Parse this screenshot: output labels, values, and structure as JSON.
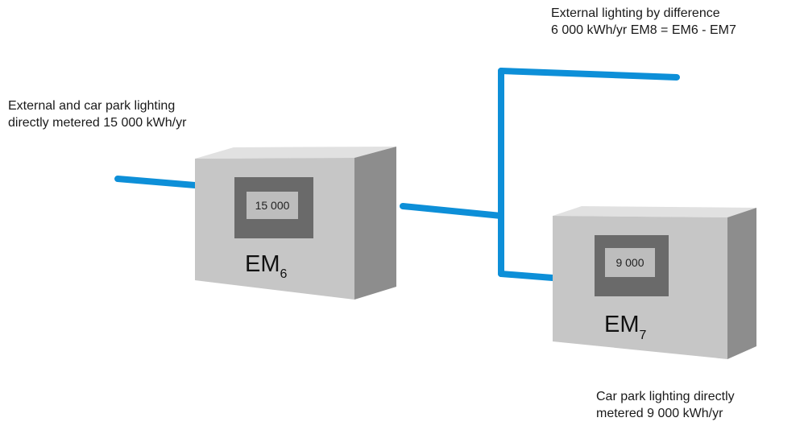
{
  "captions": {
    "left": {
      "line1": "External and car park lighting",
      "line2": "directly metered 15 000 kWh/yr"
    },
    "top": {
      "line1": "External lighting by difference",
      "line2": "6 000 kWh/yr EM8 = EM6 - EM7"
    },
    "bottom": {
      "line1": "Car park lighting directly",
      "line2": "metered 9 000 kWh/yr"
    }
  },
  "meters": {
    "em6": {
      "reading": "15 000",
      "label_main": "EM",
      "label_sub": "6"
    },
    "em7": {
      "reading": "9 000",
      "label_main": "EM",
      "label_sub": "7"
    }
  },
  "colors": {
    "cable": "#0d8fd8",
    "box_front": "#c6c6c6",
    "box_top": "#e1e1e1",
    "box_side": "#8d8d8d",
    "panel": "#6a6a6a",
    "display": "#bdbdbd"
  }
}
